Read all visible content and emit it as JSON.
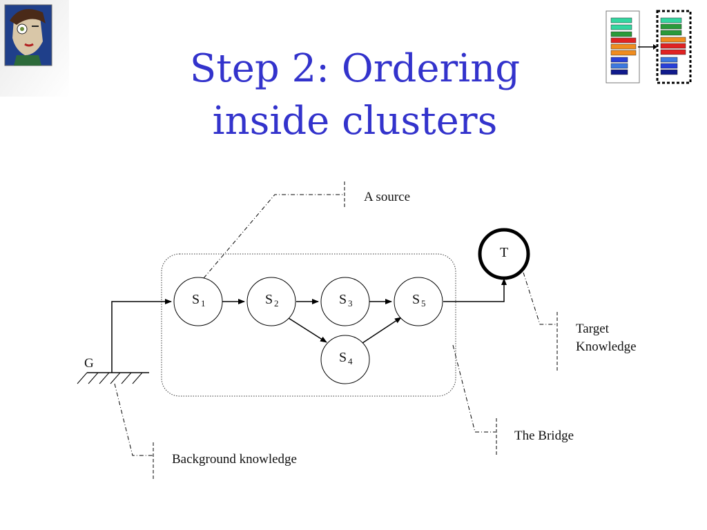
{
  "slide": {
    "title_line1": "Step 2: Ordering",
    "title_line2": "inside clusters"
  },
  "diagram": {
    "source_label": "A source",
    "target_label_line1": "Target",
    "target_label_line2": "Knowledge",
    "bridge_label": "The Bridge",
    "background_label": "Background knowledge",
    "ground_label": "G",
    "nodes": {
      "s1": {
        "main": "S",
        "sub": "1"
      },
      "s2": {
        "main": "S",
        "sub": "2"
      },
      "s3": {
        "main": "S",
        "sub": "3"
      },
      "s4": {
        "main": "S",
        "sub": "4"
      },
      "s5": {
        "main": "S",
        "sub": "5"
      },
      "t": {
        "main": "T"
      }
    }
  },
  "colors": {
    "title": "#3333cc",
    "bar_teal": "#33d6a0",
    "bar_green": "#2a9a3a",
    "bar_red": "#e02222",
    "bar_orange": "#f08c1e",
    "bar_blue": "#2840d8",
    "bar_lightblue": "#3c78e0",
    "bar_navy": "#101a8c"
  },
  "icons": {
    "portrait": "portrait-painting-icon",
    "reorder": "reorder-bars-icon"
  }
}
